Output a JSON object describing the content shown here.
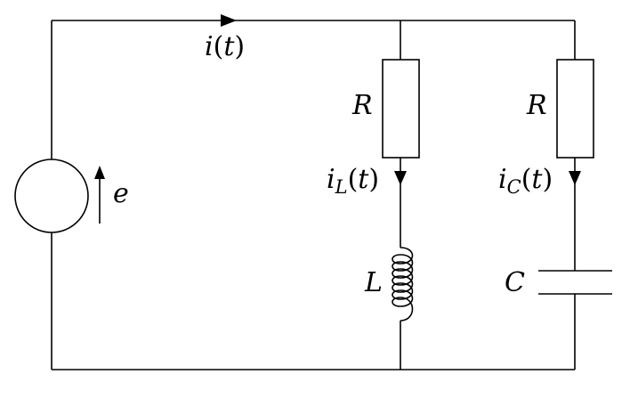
{
  "diagram": {
    "type": "circuit-schematic",
    "labels": {
      "source_emf": "e",
      "main_current": "i",
      "resistor_1": "R",
      "resistor_2": "R",
      "inductor": "L",
      "capacitor": "C",
      "time_var": "t",
      "current_symbol": "i",
      "inductor_branch_sub": "L",
      "capacitor_branch_sub": "C"
    }
  }
}
